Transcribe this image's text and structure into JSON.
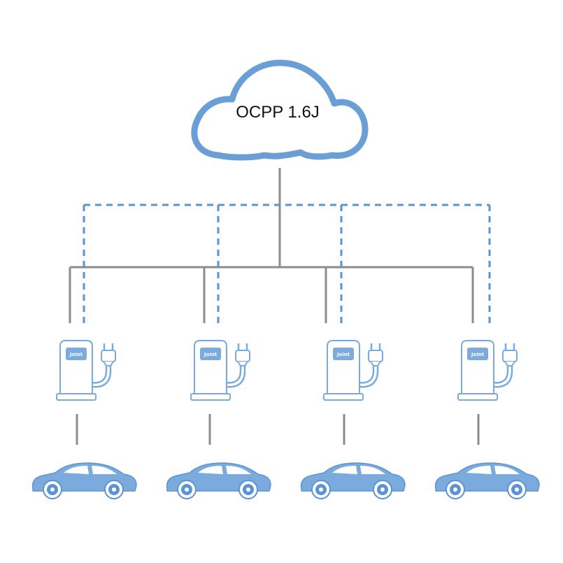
{
  "cloud": {
    "label": "OCPP 1.6J",
    "icon": "cloud-icon"
  },
  "chargers": [
    {
      "brand": "Joint",
      "icon": "ev-charger-icon"
    },
    {
      "brand": "Joint",
      "icon": "ev-charger-icon"
    },
    {
      "brand": "Joint",
      "icon": "ev-charger-icon"
    },
    {
      "brand": "Joint",
      "icon": "ev-charger-icon"
    }
  ],
  "cars": [
    {
      "icon": "car-icon"
    },
    {
      "icon": "car-icon"
    },
    {
      "icon": "car-icon"
    },
    {
      "icon": "car-icon"
    }
  ],
  "colors": {
    "accent": "#6a9fd6",
    "accent_fill": "#7aabdc",
    "wire": "#8c8c8c",
    "dashed": "#5b93d3"
  }
}
